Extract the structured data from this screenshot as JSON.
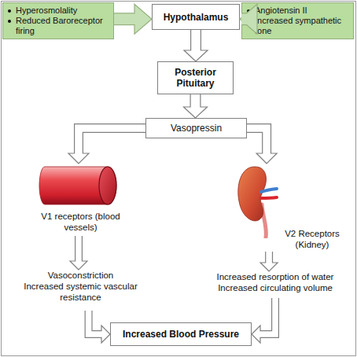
{
  "diagram": {
    "nodes": [
      {
        "text": [
          "Hyperosmolality",
          "Reduced Baroreceptor firing"
        ]
      },
      {
        "text": [
          "Hypothalamus"
        ]
      },
      {
        "text": [
          "Angiotensin II",
          "Increased sympathetic tone"
        ]
      },
      {
        "text": [
          "Posterior Pituitary"
        ]
      },
      {
        "text": [
          "Vasopressin"
        ]
      },
      {
        "text": [
          "V1 receptors (blood vessels)"
        ]
      },
      {
        "text": [
          "V2 Receptors (Kidney)"
        ]
      },
      {
        "text": [
          "Vasoconstriction",
          "Increased systemic vascular resistance"
        ]
      },
      {
        "text": [
          "Increased resorption of water",
          "Increased circulating volume"
        ]
      },
      {
        "text": [
          "Increased Blood Pressure"
        ]
      }
    ],
    "edges": [
      {
        "from": 0,
        "to": 1,
        "arrow": "to"
      },
      {
        "from": 2,
        "to": 1,
        "arrow": "to"
      },
      {
        "from": 1,
        "to": 3,
        "arrow": "to"
      },
      {
        "from": 3,
        "to": 4,
        "arrow": "to"
      },
      {
        "from": 4,
        "to": 5,
        "arrow": "to"
      },
      {
        "from": 4,
        "to": 6,
        "arrow": "to"
      },
      {
        "from": 5,
        "to": 7,
        "arrow": "to"
      },
      {
        "from": 6,
        "to": 8,
        "arrow": "to"
      },
      {
        "from": 7,
        "to": 9,
        "arrow": "to"
      },
      {
        "from": 8,
        "to": 9,
        "arrow": "to"
      }
    ]
  }
}
